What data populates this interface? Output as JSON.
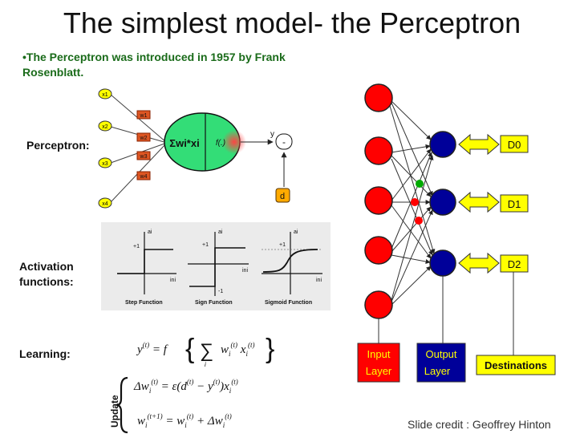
{
  "slide": {
    "title": "The simplest model- the Perceptron",
    "intro": "•The Perceptron was introduced in 1957 by Frank Rosenblatt.",
    "perceptron_label": "Perceptron:",
    "activation_label": "Activation functions:",
    "learning_label": "Learning:",
    "credit": "Slide credit : Geoffrey Hinton"
  },
  "perceptron": {
    "inputs": [
      "x1",
      "x2",
      "x3",
      "x4"
    ],
    "weights": [
      "w1",
      "w2",
      "w3",
      "w4"
    ],
    "sum": "Σwi*xi",
    "func": "f(.)",
    "output": "y",
    "compare": "-",
    "desired": "d"
  },
  "activation": {
    "plots": [
      {
        "name": "Step Function",
        "top": "+1",
        "xlabel": "ini"
      },
      {
        "name": "Sign Function",
        "top": "+1",
        "bottom": "-1",
        "xlabel": "ini"
      },
      {
        "name": "Sigmoid Function",
        "top": "+1",
        "xlabel": "ini"
      }
    ],
    "axis_label": "ai"
  },
  "learning": {
    "update_label": "Update"
  },
  "network": {
    "destinations": [
      "D0",
      "D1",
      "D2"
    ],
    "input_layer": "Input Layer",
    "output_layer": "Output Layer",
    "destinations_label": "Destinations",
    "colors": {
      "input": "#ff0000",
      "output": "#000099",
      "dest": "#ffff00",
      "green": "#00aa00"
    }
  }
}
